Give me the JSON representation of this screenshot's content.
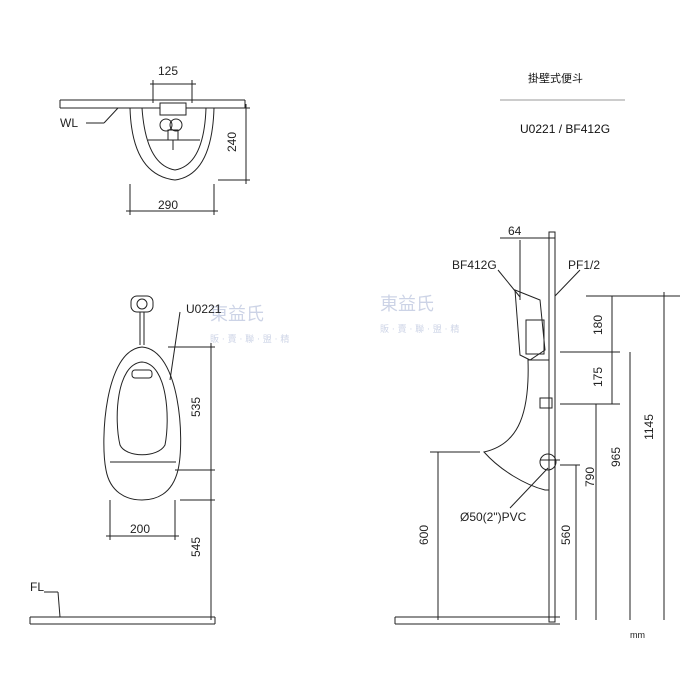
{
  "title_cn": "掛壁式便斗",
  "model": "U0221 / BF412G",
  "units": "mm",
  "labels": {
    "wl": "WL",
    "fl": "FL",
    "u0221": "U0221",
    "bf412g": "BF412G",
    "pf": "PF1/2",
    "pvc": "Ø50(2\")PVC"
  },
  "dimensions": {
    "top_width_125": "125",
    "depth_240": "240",
    "width_290": "290",
    "height_535": "535",
    "width_200": "200",
    "height_545": "545",
    "offset_64": "64",
    "height_180": "180",
    "height_175": "175",
    "height_1145": "1145",
    "height_965": "965",
    "height_790": "790",
    "height_600": "600",
    "height_560": "560"
  },
  "watermark": {
    "brand": "東益氏",
    "sub": "販 · 賣 · 聯 · 盟 · 精"
  }
}
